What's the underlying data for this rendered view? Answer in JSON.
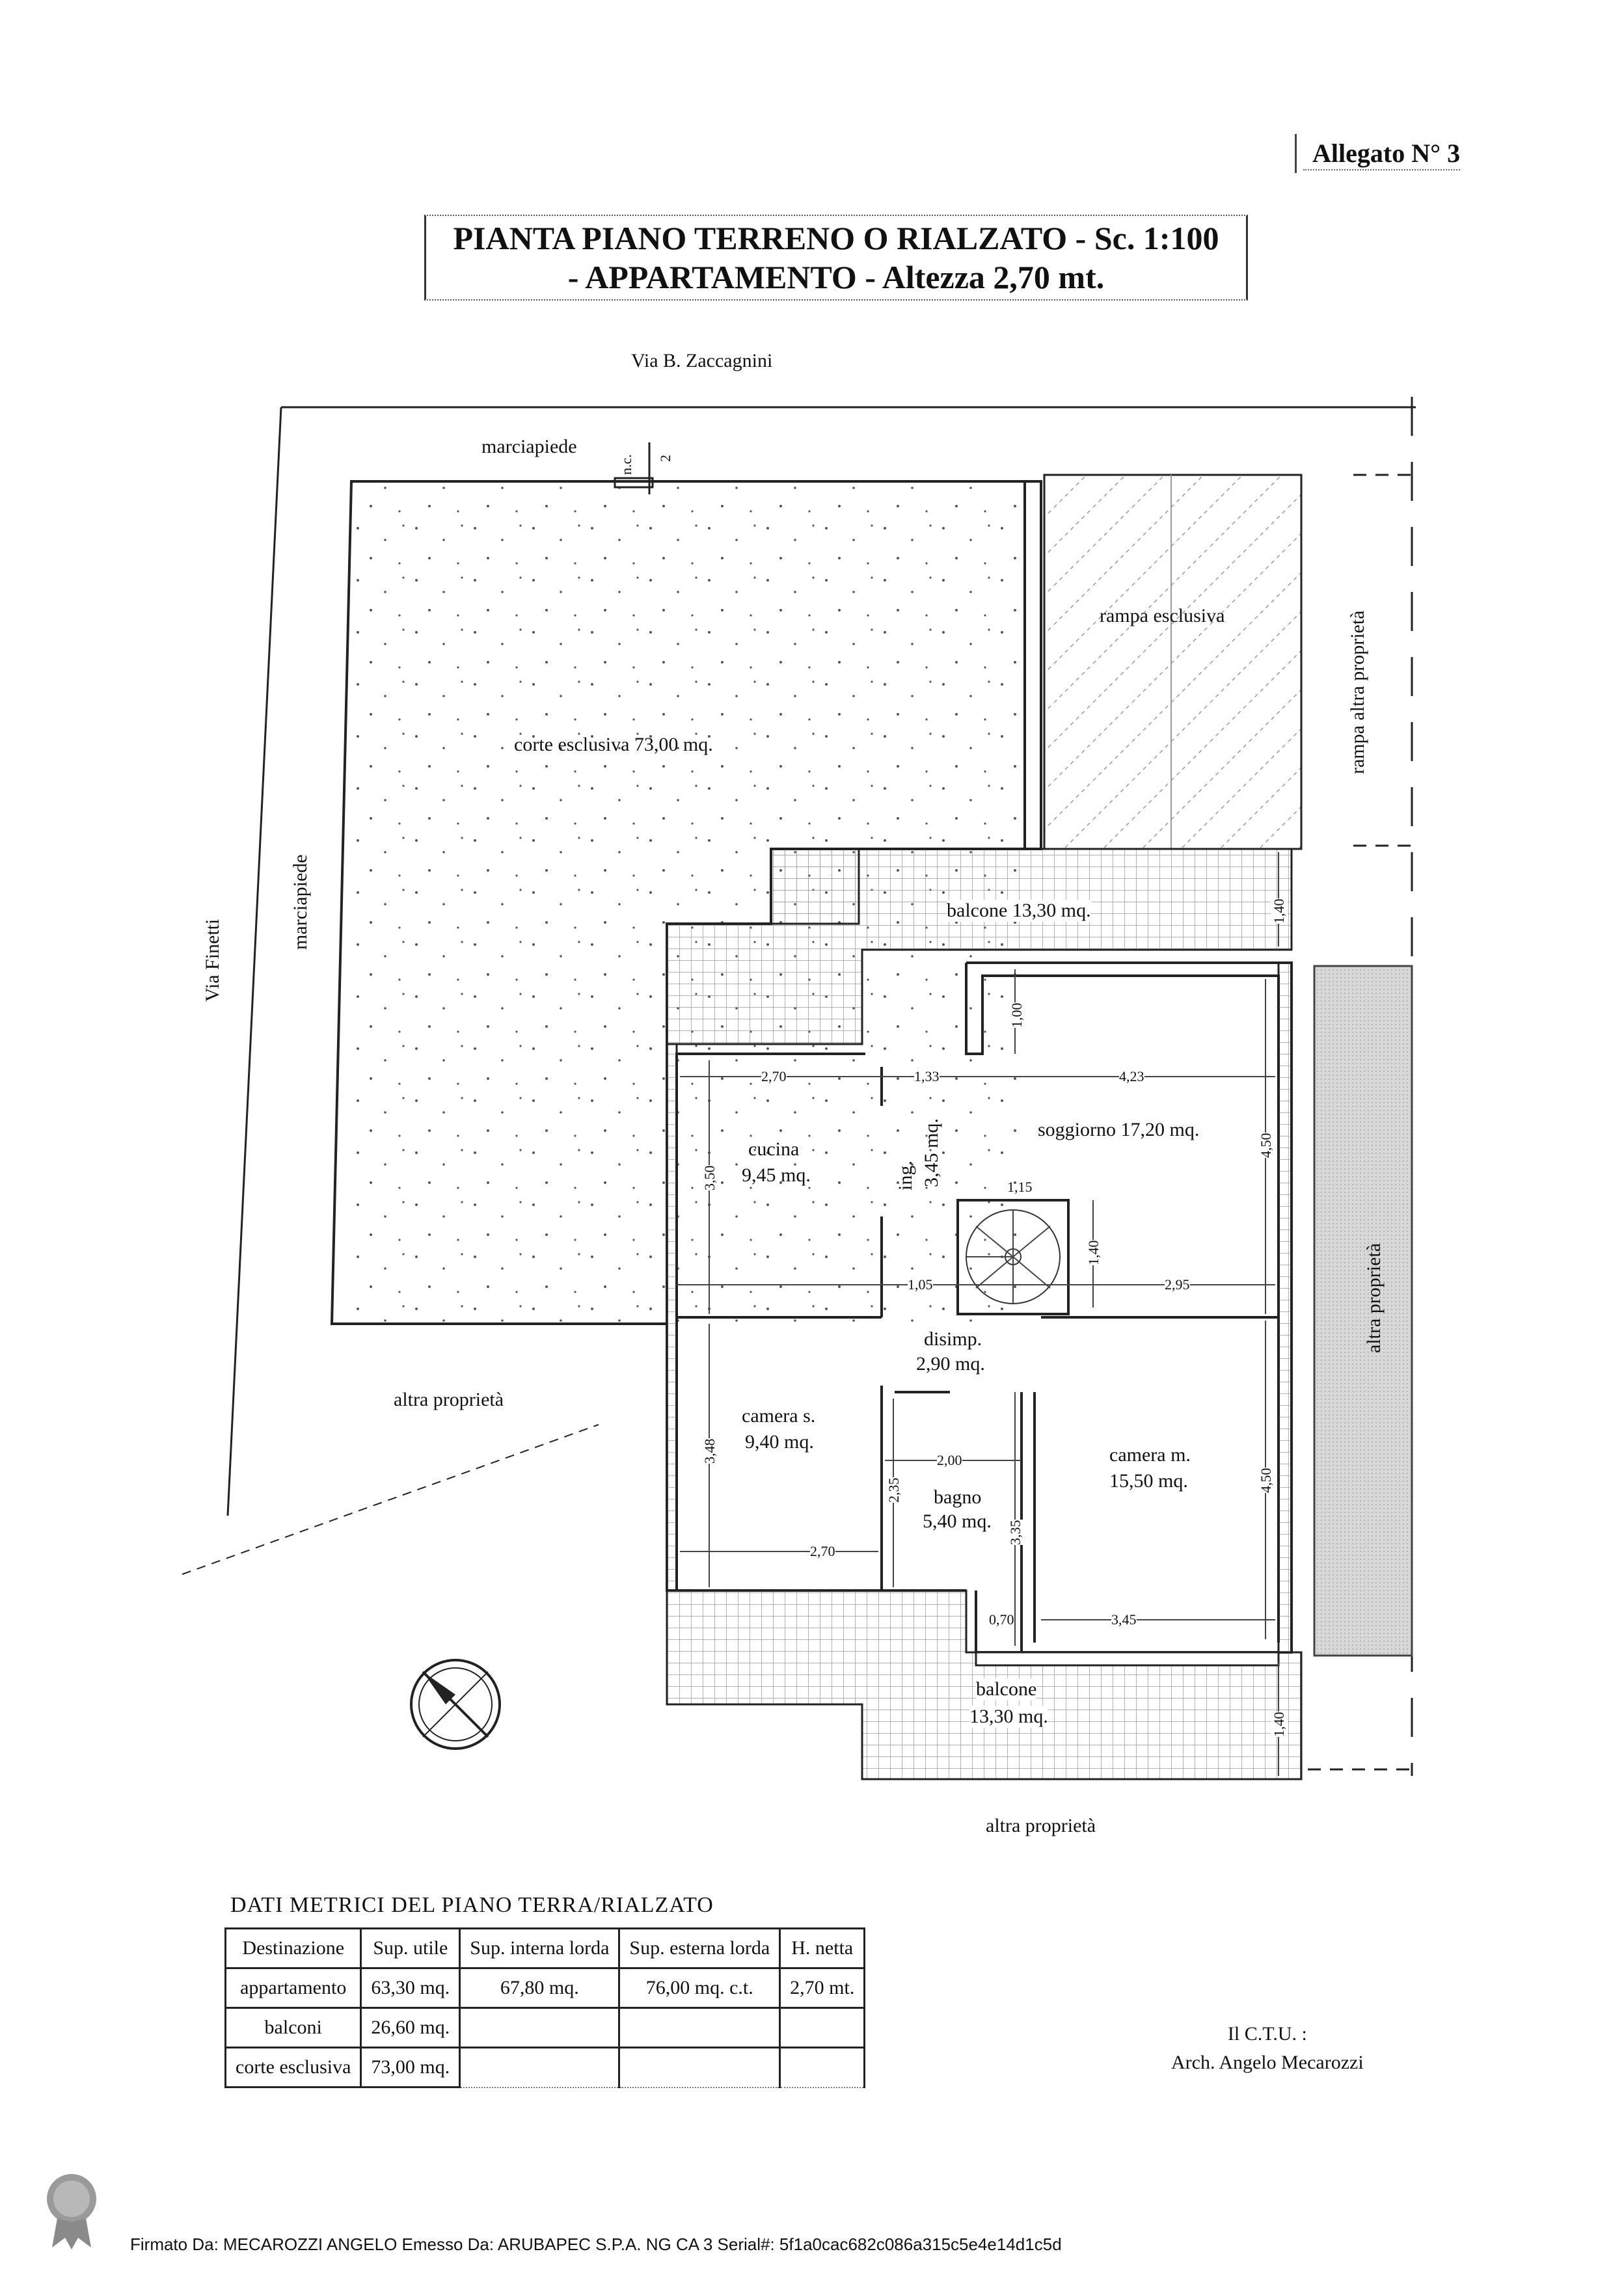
{
  "header": {
    "allegato": "Allegato N° 3",
    "title_line1": "PIANTA  PIANO TERRENO O  RIALZATO - Sc. 1:100",
    "title_line2": "- APPARTAMENTO - Altezza 2,70 mt."
  },
  "plan": {
    "street_top": "Via B. Zaccagnini",
    "street_left": "Via Finetti",
    "marciapiede_top": "marciapiede",
    "marciapiede_left": "marciapiede",
    "nc": "n.c.",
    "nc_num": "2",
    "corte": "corte  esclusiva  73,00 mq.",
    "rampa": "rampa esclusiva",
    "rampa_altra": "rampa altra proprietà",
    "altra_left": "altra proprietà",
    "altra_right": "altra proprietà",
    "altra_bottom": "altra proprietà",
    "balcone_top": "balcone 13,30 mq.",
    "balcone_bottom_1": "balcone",
    "balcone_bottom_2": "13,30 mq.",
    "cucina_1": "cucina",
    "cucina_2": "9,45 mq.",
    "ing_1": "ing.",
    "ing_2": "3,45 mq.",
    "soggiorno": "soggiorno 17,20 mq.",
    "disimp_1": "disimp.",
    "disimp_2": "2,90 mq.",
    "camera_s_1": "camera s.",
    "camera_s_2": "9,40 mq.",
    "bagno_1": "bagno",
    "bagno_2": "5,40 mq.",
    "camera_m_1": "camera m.",
    "camera_m_2": "15,50 mq.",
    "dims": {
      "d270a": "2,70",
      "d133": "1,33",
      "d423": "4,23",
      "d100": "1,00",
      "d350": "3,50",
      "d450a": "4,50",
      "d115": "1,15",
      "d140a": "1,40",
      "d105": "1,05",
      "d295": "2,95",
      "d348": "3,48",
      "d200": "2,00",
      "d235": "2,35",
      "d335": "3,35",
      "d270b": "2,70",
      "d450b": "4,50",
      "d070": "0,70",
      "d345": "3,45",
      "d140b": "1,40",
      "d140c": "1,40"
    }
  },
  "table": {
    "title": "DATI  METRICI  DEL PIANO  TERRA/RIALZATO",
    "headers": [
      "Destinazione",
      "Sup. utile",
      "Sup. interna lorda",
      "Sup. esterna lorda",
      "H. netta"
    ],
    "rows": [
      [
        "appartamento",
        "63,30 mq.",
        "67,80 mq.",
        "76,00 mq. c.t.",
        "2,70 mt."
      ],
      [
        "balconi",
        "26,60 mq.",
        "",
        "",
        ""
      ],
      [
        "corte  esclusiva",
        "73,00 mq.",
        "",
        "",
        ""
      ]
    ]
  },
  "signature": {
    "line1": "Il C.T.U. :",
    "line2": "Arch. Angelo Mecarozzi"
  },
  "footer": {
    "text": "Firmato Da: MECAROZZI ANGELO Emesso Da: ARUBAPEC S.P.A. NG CA 3 Serial#: 5f1a0cac682c086a315c5e4e14d1c5d"
  }
}
